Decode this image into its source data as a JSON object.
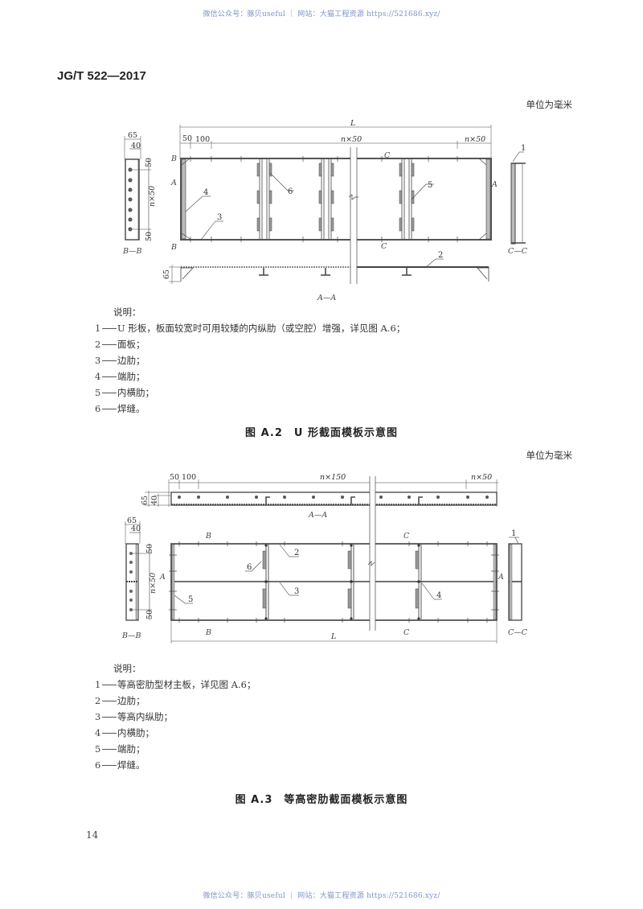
{
  "watermark": {
    "top": "微信公众号：豚贝useful ｜ 网站：大猫工程资源 https://521686.xyz/",
    "bottom": "微信公众号：豚贝useful ｜ 网站：大猫工程资源 https://521686.xyz/"
  },
  "header": {
    "standard_id": "JG/T 522—2017"
  },
  "figure_a2": {
    "unit_note": "单位为毫米",
    "caption": "图 A.2　U 形截面模板示意图",
    "dimensions": {
      "bb_width": "65",
      "bb_inner": "40",
      "bb_top": "50",
      "bb_mid": "n×50",
      "bb_bottom": "50",
      "total_length": "L",
      "first": "50",
      "second": "100",
      "middle": "n×50",
      "end": "n×50",
      "aa_height": "65"
    },
    "section_labels": {
      "bb": "B—B",
      "aa": "A—A",
      "cc": "C—C",
      "b_mark": "B",
      "a_mark": "A",
      "c_mark": "C"
    },
    "callouts": [
      "1",
      "2",
      "3",
      "4",
      "5",
      "6"
    ],
    "legend": {
      "title": "说明：",
      "items": [
        {
          "num": "1",
          "text": "U 形板，板面较宽时可用较矮的内纵肋（或空腔）增强，详见图 A.6；"
        },
        {
          "num": "2",
          "text": "面板；"
        },
        {
          "num": "3",
          "text": "边肋；"
        },
        {
          "num": "4",
          "text": "端肋；"
        },
        {
          "num": "5",
          "text": "内横肋；"
        },
        {
          "num": "6",
          "text": "焊缝。"
        }
      ]
    }
  },
  "figure_a3": {
    "unit_note": "单位为毫米",
    "caption": "图 A.3　等高密肋截面模板示意图",
    "dimensions": {
      "aa_height": "65",
      "aa_inner": "40",
      "first": "50",
      "second": "100",
      "middle": "n×150",
      "end": "n×50",
      "bb_width": "65",
      "bb_inner": "40",
      "bb_top": "50",
      "bb_mid": "n×50",
      "bb_bottom": "50",
      "total_length": "L"
    },
    "section_labels": {
      "aa": "A—A",
      "bb": "B—B",
      "cc": "C—C",
      "b_mark": "B",
      "a_mark": "A",
      "c_mark": "C"
    },
    "callouts": [
      "1",
      "2",
      "3",
      "4",
      "5",
      "6"
    ],
    "legend": {
      "title": "说明：",
      "items": [
        {
          "num": "1",
          "text": "等高密肋型材主板，详见图 A.6；"
        },
        {
          "num": "2",
          "text": "边肋；"
        },
        {
          "num": "3",
          "text": "等高内纵肋；"
        },
        {
          "num": "4",
          "text": "内横肋；"
        },
        {
          "num": "5",
          "text": "端肋；"
        },
        {
          "num": "6",
          "text": "焊缝。"
        }
      ]
    }
  },
  "footer": {
    "page_number": "14"
  }
}
